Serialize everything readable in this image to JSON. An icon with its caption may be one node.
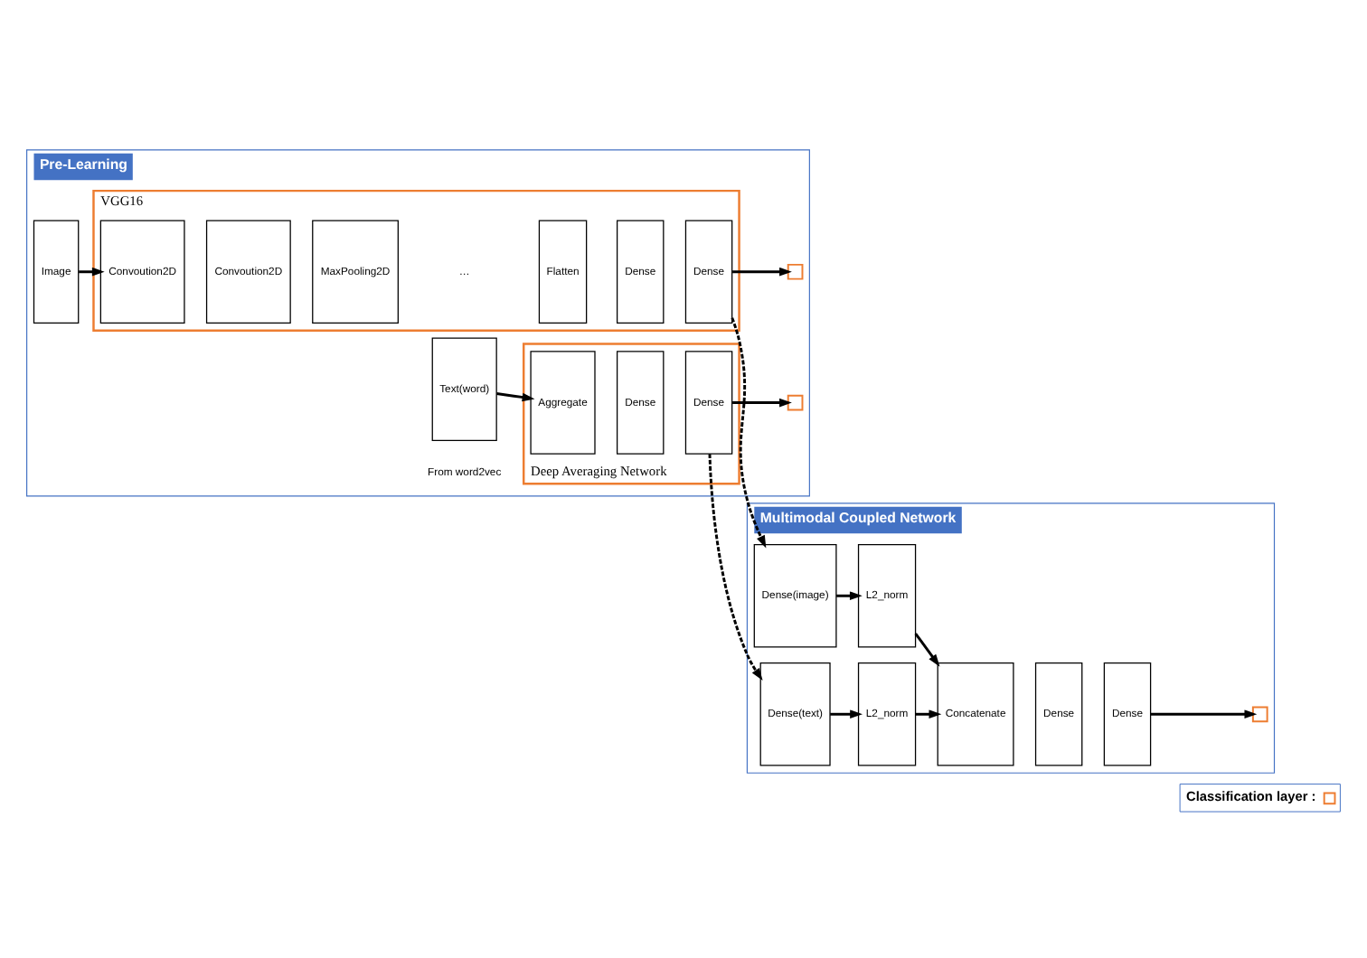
{
  "diagram": {
    "nodes": [
      {
        "text": [
          "Pre-Learning"
        ]
      },
      {
        "text": [
          "VGG16"
        ],
        "in": 0
      },
      {
        "text": [
          "Image"
        ],
        "in": 0
      },
      {
        "text": [
          "Convoution2D"
        ],
        "in": 1
      },
      {
        "text": [
          "Convoution2D"
        ],
        "in": 1
      },
      {
        "text": [
          "MaxPooling2D"
        ],
        "in": 1
      },
      {
        "text": [
          "Flatten"
        ],
        "in": 1
      },
      {
        "text": [
          "Dense"
        ],
        "in": 1
      },
      {
        "text": [
          "Dense"
        ],
        "in": 1
      },
      {
        "text": [],
        "shape": "box",
        "in": 0
      },
      {
        "text": [
          "Deep Averaging Network"
        ],
        "in": 0
      },
      {
        "text": [
          "Text(word)"
        ],
        "in": 0,
        "beside": [
          "From word2vec"
        ]
      },
      {
        "text": [
          "Aggregate"
        ],
        "in": 10
      },
      {
        "text": [
          "Dense"
        ],
        "in": 10
      },
      {
        "text": [
          "Dense"
        ],
        "in": 10
      },
      {
        "text": [],
        "shape": "box",
        "in": 0
      },
      {
        "text": [
          "Multimodal Coupled Network"
        ]
      },
      {
        "text": [
          "Dense(image)"
        ],
        "in": 16
      },
      {
        "text": [
          "L2_norm"
        ],
        "in": 16
      },
      {
        "text": [
          "Dense(text)"
        ],
        "in": 16
      },
      {
        "text": [
          "L2_norm"
        ],
        "in": 16
      },
      {
        "text": [
          "Concatenate"
        ],
        "in": 16
      },
      {
        "text": [
          "Dense"
        ],
        "in": 16
      },
      {
        "text": [
          "Dense"
        ],
        "in": 16
      },
      {
        "text": [],
        "shape": "box",
        "in": 16
      }
    ],
    "edges": [
      {
        "from": 2,
        "to": 3,
        "arrow": "to"
      },
      {
        "from": 8,
        "to": 9,
        "arrow": "to"
      },
      {
        "from": 8,
        "to": 17,
        "arrow": "to",
        "style": "dashed"
      },
      {
        "from": 11,
        "to": 12,
        "arrow": "to"
      },
      {
        "from": 14,
        "to": 19,
        "arrow": "to",
        "style": "dashed"
      },
      {
        "from": 14,
        "to": 15,
        "arrow": "to"
      },
      {
        "from": 17,
        "to": 18,
        "arrow": "to"
      },
      {
        "from": 19,
        "to": 20,
        "arrow": "to"
      },
      {
        "from": 18,
        "to": 21,
        "arrow": "to"
      },
      {
        "from": 20,
        "to": 21,
        "arrow": "to"
      },
      {
        "from": 23,
        "to": 24,
        "arrow": "to"
      }
    ],
    "labels": [
      "…"
    ],
    "legend": [
      {
        "text": "Classification layer :",
        "color": "#ed7d31"
      }
    ]
  }
}
